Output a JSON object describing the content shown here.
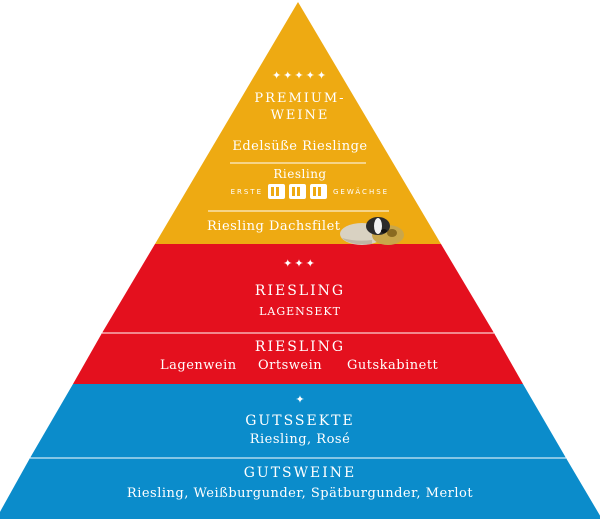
{
  "colors": {
    "gold": "#eeaa12",
    "red": "#e4101e",
    "blue": "#0b8ccb",
    "divider": "#ffffff"
  },
  "tiers": {
    "premium": {
      "stars": "✦✦✦✦✦",
      "title_line1": "PREMIUM-",
      "title_line2": "WEINE",
      "level1": "Edelsüße Rieslinge",
      "level2": "Riesling",
      "level2_prefix": "ERSTE",
      "level2_suffix": "GEWÄCHSE",
      "level3": "Riesling Dachsfilet",
      "badger_icon": "badger-icon"
    },
    "lagensekt": {
      "stars": "✦✦✦",
      "title": "RIESLING",
      "subtitle": "LAGENSEKT"
    },
    "lage": {
      "title": "RIESLING",
      "items": [
        "Lagenwein",
        "Ortswein",
        "Gutskabinett"
      ]
    },
    "gutssekte": {
      "stars": "✦",
      "title": "GUTSSEKTE",
      "subtitle": "Riesling, Rosé"
    },
    "gutsweine": {
      "title": "GUTSWEINE",
      "subtitle": "Riesling, Weißburgunder, Spätburgunder, Merlot"
    }
  }
}
